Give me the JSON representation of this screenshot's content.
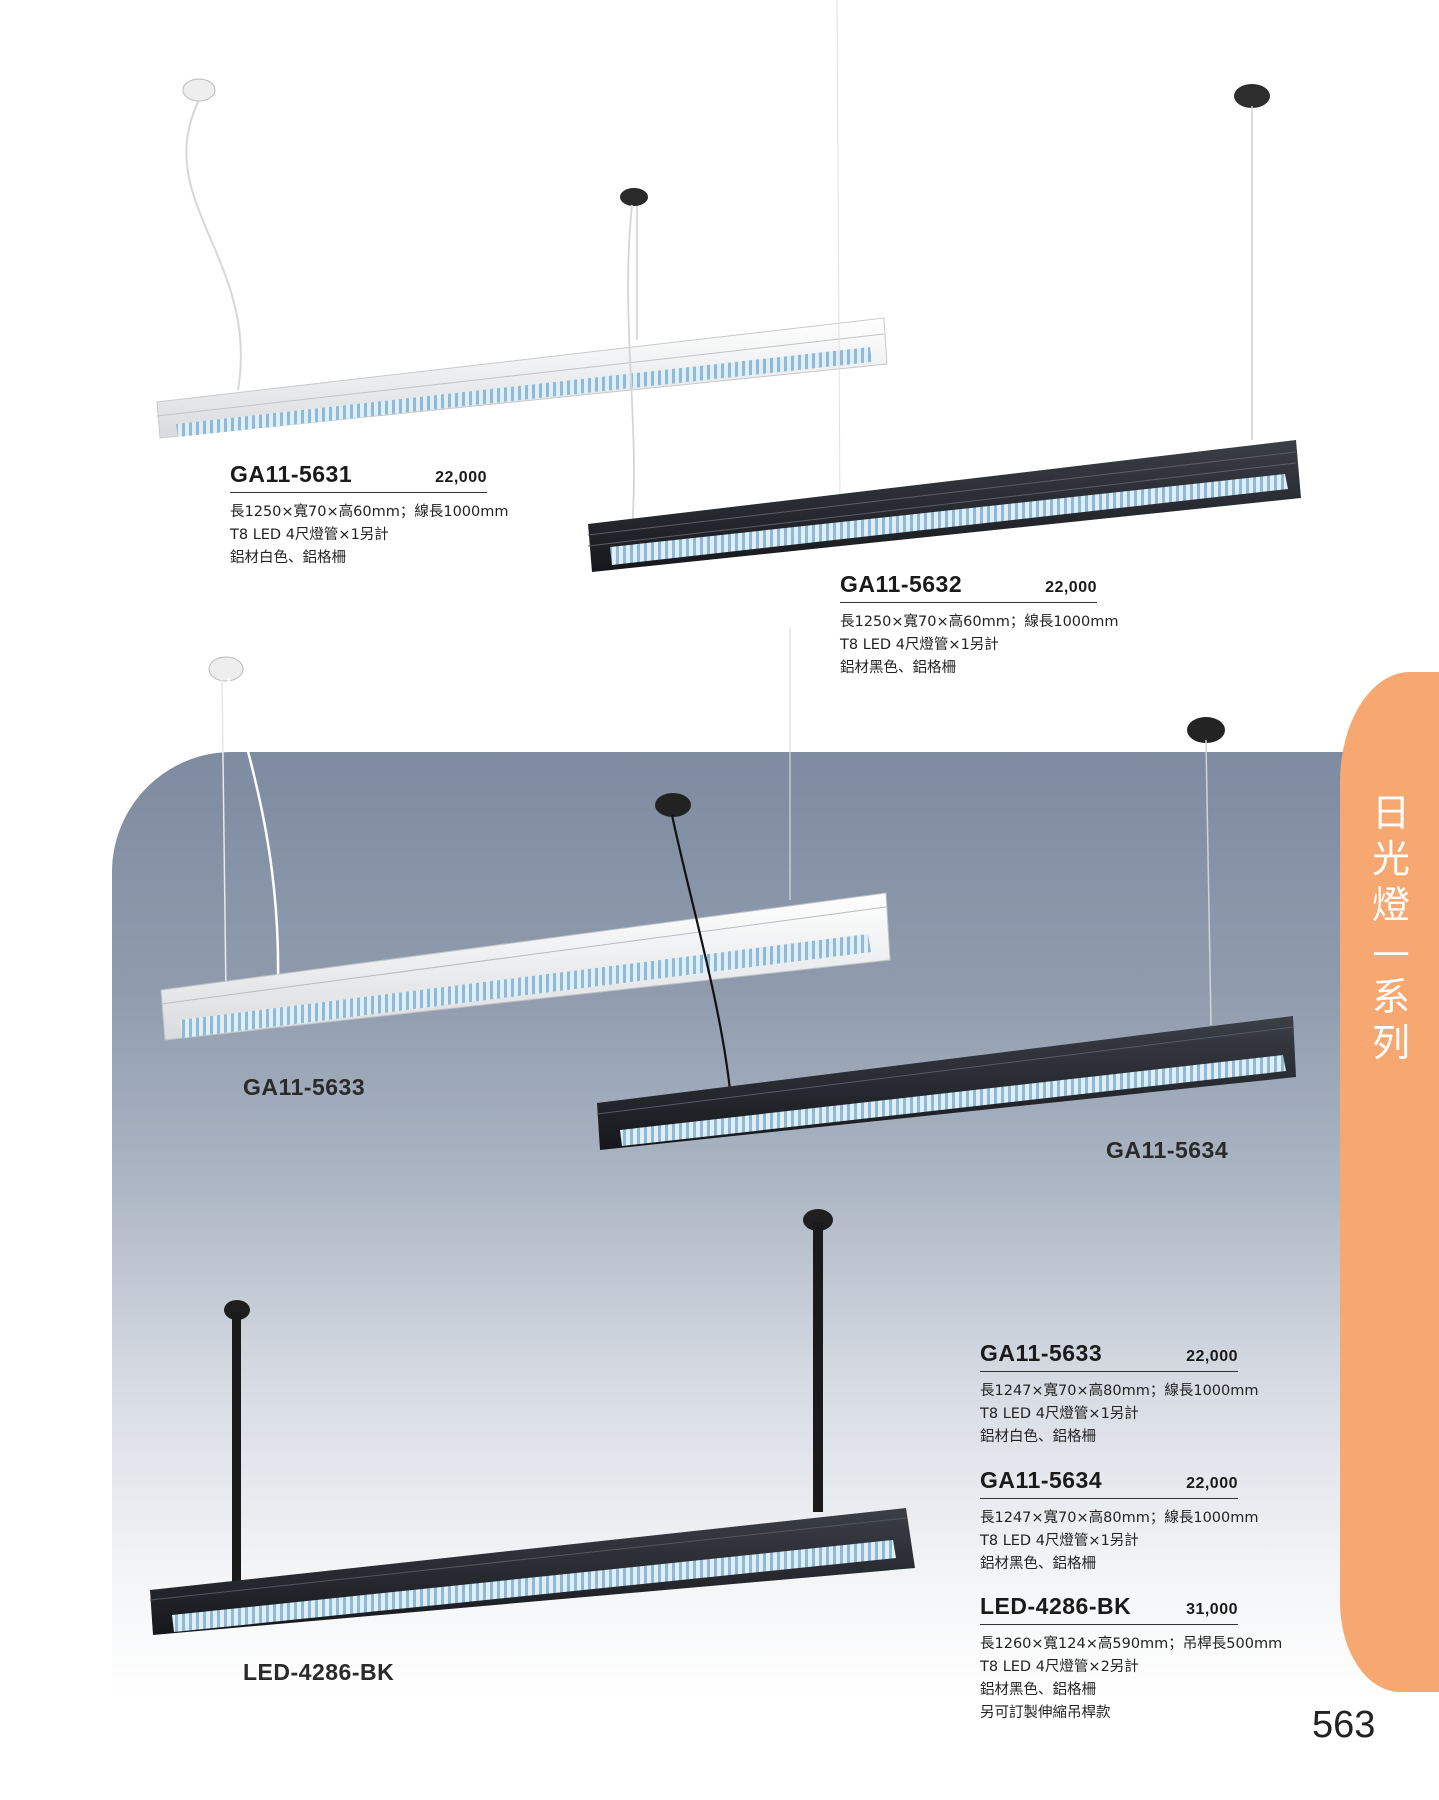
{
  "side_tab": {
    "label": "日光燈—系列"
  },
  "page_number": "563",
  "products": [
    {
      "code": "GA11-5631",
      "price": "22,000",
      "spec": [
        "長1250×寬70×高60mm；線長1000mm",
        "T8 LED 4尺燈管×1另計",
        "鋁材白色、鋁格柵"
      ]
    },
    {
      "code": "GA11-5632",
      "price": "22,000",
      "spec": [
        "長1250×寬70×高60mm；線長1000mm",
        "T8 LED 4尺燈管×1另計",
        "鋁材黑色、鋁格柵"
      ]
    },
    {
      "code": "GA11-5633",
      "price": "22,000",
      "spec": [
        "長1247×寬70×高80mm；線長1000mm",
        "T8 LED 4尺燈管×1另計",
        "鋁材白色、鋁格柵"
      ]
    },
    {
      "code": "GA11-5634",
      "price": "22,000",
      "spec": [
        "長1247×寬70×高80mm；線長1000mm",
        "T8 LED 4尺燈管×1另計",
        "鋁材黑色、鋁格柵"
      ]
    },
    {
      "code": "LED-4286-BK",
      "price": "31,000",
      "spec": [
        "長1260×寬124×高590mm；吊桿長500mm",
        "T8 LED 4尺燈管×2另計",
        "鋁材黑色、鋁格柵",
        "另可訂製伸縮吊桿款"
      ]
    }
  ],
  "photo_labels": {
    "ga11_5633": "GA11-5633",
    "ga11_5634": "GA11-5634",
    "led_4286_bk": "LED-4286-BK"
  }
}
